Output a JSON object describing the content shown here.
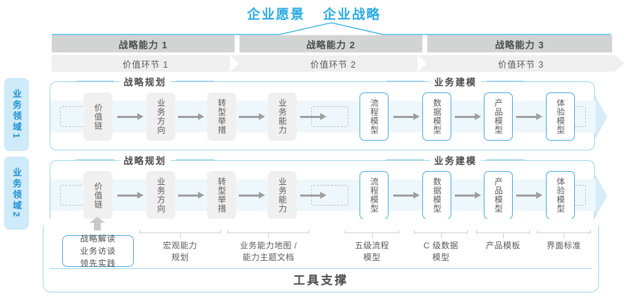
{
  "header": {
    "titles": [
      "企业愿景",
      "企业战略"
    ],
    "accent_color": "#29abe2"
  },
  "capabilities": [
    {
      "label": "战略能力 1"
    },
    {
      "label": "战略能力 2"
    },
    {
      "label": "战略能力 3"
    }
  ],
  "value_chain": [
    {
      "label": "价值环节 1"
    },
    {
      "label": "价值环节 2"
    },
    {
      "label": "价值环节 3"
    }
  ],
  "domains": [
    {
      "label": "业务领域",
      "num": "1"
    },
    {
      "label": "业务领域",
      "num": "2"
    }
  ],
  "sections": {
    "planning": "战略规划",
    "modeling": "业务建模"
  },
  "nodes": {
    "planning": [
      "价值链",
      "业务方向",
      "转型举措",
      "业务能力"
    ],
    "modeling": [
      "流程模型",
      "数据模型",
      "产品模型",
      "体验模型"
    ]
  },
  "tool_support": {
    "title": "工具支撑",
    "box": [
      "战略解读",
      "业务访谈",
      "领先实践"
    ],
    "labels": [
      "宏观能力\n规划",
      "业务能力地图 /\n能力主题文档",
      "五级流程\n模型",
      "C 级数据\n模型",
      "产品模板",
      "界面标准"
    ]
  },
  "colors": {
    "accent": "#29abe2",
    "bar_gray": "#d2d4d4",
    "bar_light": "#efefef",
    "band": "#eef7fc",
    "node_gray": "#f0f0f0",
    "border_blue": "#9dd3ea"
  }
}
